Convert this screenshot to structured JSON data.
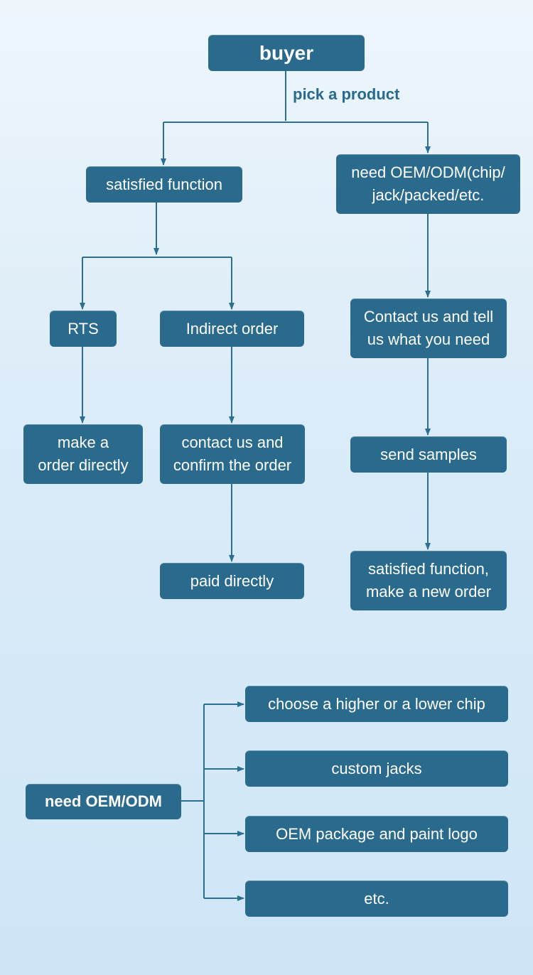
{
  "colors": {
    "node_fill": "#2a6a8c",
    "node_text": "#ffffff",
    "line": "#2b6f92"
  },
  "nodes": {
    "buyer": "buyer",
    "satisfied_function": "satisfied function",
    "need_oem_odm_chip": "need OEM/ODM(chip/\njack/packed/etc.",
    "rts": "RTS",
    "indirect_order": "Indirect order",
    "make_order_directly": "make a\norder directly",
    "contact_confirm": "contact us and\nconfirm the order",
    "paid_directly": "paid directly",
    "contact_tell": "Contact us and tell\nus what you need",
    "send_samples": "send samples",
    "satisfied_new_order": "satisfied function,\nmake a new order",
    "need_oem_odm": "need OEM/ODM",
    "choose_chip": "choose a higher or a lower chip",
    "custom_jacks": "custom jacks",
    "oem_package": "OEM package and paint logo",
    "etc": "etc."
  },
  "edge_labels": {
    "pick_product": "pick a product"
  }
}
